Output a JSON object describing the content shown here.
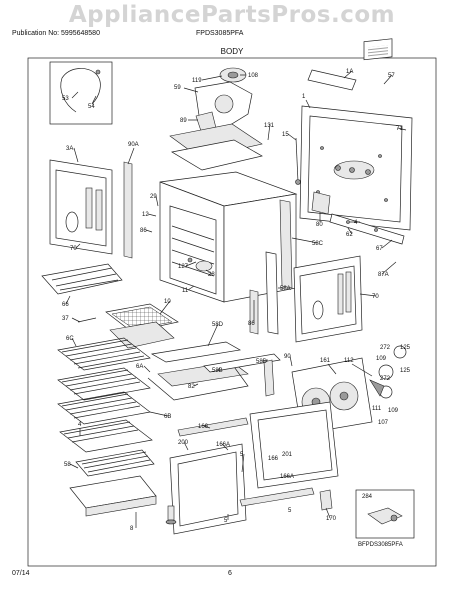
{
  "watermark": "AppliancePartsPros.com",
  "header": {
    "publication": "Publication No: 5995648580",
    "model": "FPDS3085PFA",
    "section": "BODY"
  },
  "footer": {
    "date": "07/14",
    "page": "6"
  },
  "callouts": {
    "c53": "53",
    "c54": "54",
    "c119": "119",
    "c108": "108",
    "c59": "59",
    "c1A": "1A",
    "c57": "57",
    "c89": "89",
    "c131": "131",
    "c15": "15",
    "c1": "1",
    "c71": "71",
    "c3A": "3A",
    "c90A": "90A",
    "c29": "29",
    "c12": "12",
    "c86a": "86",
    "c80": "80",
    "c4": "4",
    "c62": "62",
    "c70a": "70",
    "c58C": "58C",
    "c67": "67",
    "c127": "127",
    "c28": "28",
    "c11": "11",
    "c58A": "58A",
    "c87A": "87A",
    "c70b": "70",
    "c66": "66",
    "c10": "10",
    "c37": "37",
    "c6C": "6C",
    "c58D": "58D",
    "c86b": "86",
    "c58Db": "58D",
    "c161": "161",
    "c112": "112",
    "c272a": "272",
    "c125a": "125",
    "c109a": "109",
    "c6A": "6A",
    "c58B": "58B",
    "c90": "90",
    "c272b": "272",
    "c125b": "125",
    "c82": "82",
    "c111": "111",
    "c109b": "109",
    "c6B": "6B",
    "c107": "107",
    "c4b": "4",
    "c200": "200",
    "c166a": "166",
    "c166A": "166A",
    "c5a": "5",
    "c58": "58",
    "c166b": "166",
    "c166Ab": "166A",
    "c201": "201",
    "c5b": "5",
    "c8": "8",
    "c5c": "5",
    "c284": "284",
    "c170": "170",
    "model_tag": "BFPDS3085PFA"
  }
}
